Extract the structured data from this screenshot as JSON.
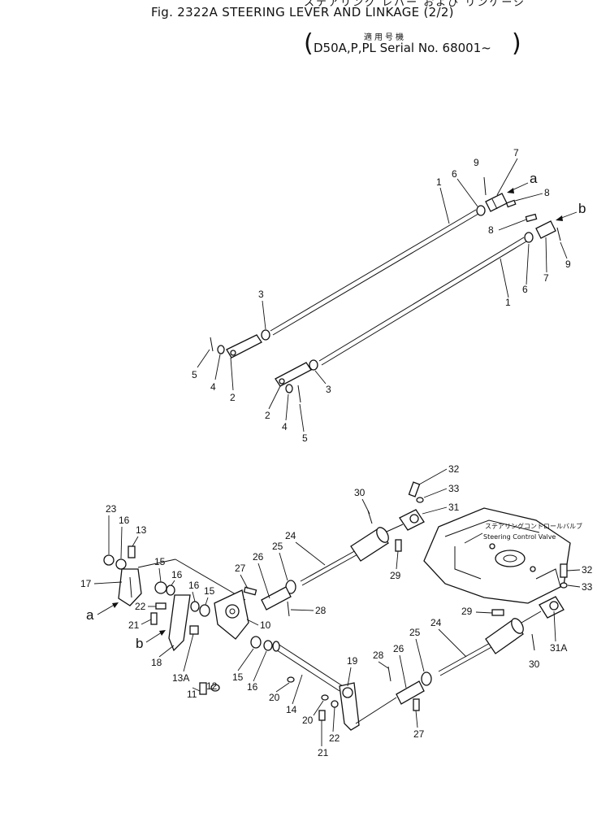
{
  "header": {
    "title_jp": "ステアリング レバー および リンケージ",
    "figure_title": "Fig. 2322A   STEERING LEVER AND LINKAGE (2/2)",
    "serial_jp": "適用号機",
    "serial_en": "D50A,P,PL Serial No. 68001~"
  },
  "valve": {
    "label_jp": "ステアリングコントロールバルブ",
    "label_en": "Steering Control Valve"
  },
  "callouts": {
    "c1": "1",
    "c1b": "1",
    "c2": "2",
    "c2b": "2",
    "c3": "3",
    "c3b": "3",
    "c4": "4",
    "c4b": "4",
    "c5": "5",
    "c5b": "5",
    "c6": "6",
    "c6b": "6",
    "c7": "7",
    "c7b": "7",
    "c8": "8",
    "c8b": "8",
    "c9": "9",
    "c9b": "9",
    "c10": "10",
    "c11": "11",
    "c12": "12",
    "c13": "13",
    "c13a": "13A",
    "c14": "14",
    "c15": "15",
    "c15b": "15",
    "c15c": "15",
    "c16": "16",
    "c16b": "16",
    "c16c": "16",
    "c16d": "16",
    "c17": "17",
    "c18": "18",
    "c19": "19",
    "c20": "20",
    "c20b": "20",
    "c21": "21",
    "c21b": "21",
    "c22": "22",
    "c22b": "22",
    "c23": "23",
    "c24": "24",
    "c24b": "24",
    "c25": "25",
    "c25b": "25",
    "c26": "26",
    "c26b": "26",
    "c27": "27",
    "c27b": "27",
    "c28": "28",
    "c28b": "28",
    "c29": "29",
    "c29b": "29",
    "c30": "30",
    "c30b": "30",
    "c31": "31",
    "c31a": "31A",
    "c32": "32",
    "c32b": "32",
    "c33": "33",
    "c33b": "33"
  },
  "refs": {
    "a_top": "a",
    "b_top": "b",
    "a_bottom": "a",
    "b_bottom": "b"
  }
}
